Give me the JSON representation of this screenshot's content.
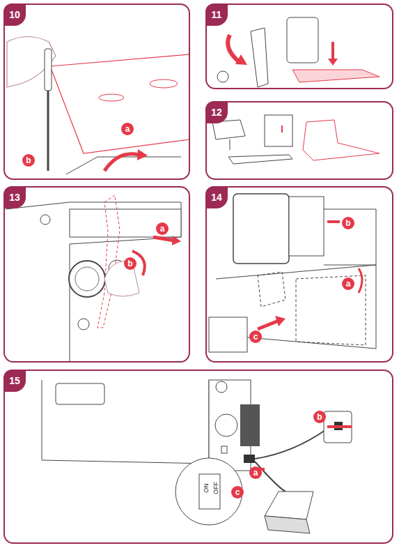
{
  "diagram": {
    "nodes": [
      {
        "text": [
          "10"
        ]
      },
      {
        "text": [
          "a"
        ],
        "in": 0
      },
      {
        "text": [
          "b"
        ],
        "in": 0
      },
      {
        "text": [
          "11"
        ]
      },
      {
        "text": [
          "12"
        ]
      },
      {
        "text": [
          "13"
        ]
      },
      {
        "text": [
          "a"
        ],
        "in": 5
      },
      {
        "text": [
          "b"
        ],
        "in": 5
      },
      {
        "text": [
          "14"
        ]
      },
      {
        "text": [
          "b"
        ],
        "in": 8
      },
      {
        "text": [
          "a"
        ],
        "in": 8
      },
      {
        "text": [
          "c"
        ],
        "in": 8
      },
      {
        "text": [
          "15"
        ]
      },
      {
        "text": [
          "a"
        ],
        "in": 12
      },
      {
        "text": [
          "b"
        ],
        "in": 12
      },
      {
        "text": [
          "c"
        ],
        "in": 12
      }
    ],
    "labels": [
      "ON",
      "OFF"
    ]
  }
}
